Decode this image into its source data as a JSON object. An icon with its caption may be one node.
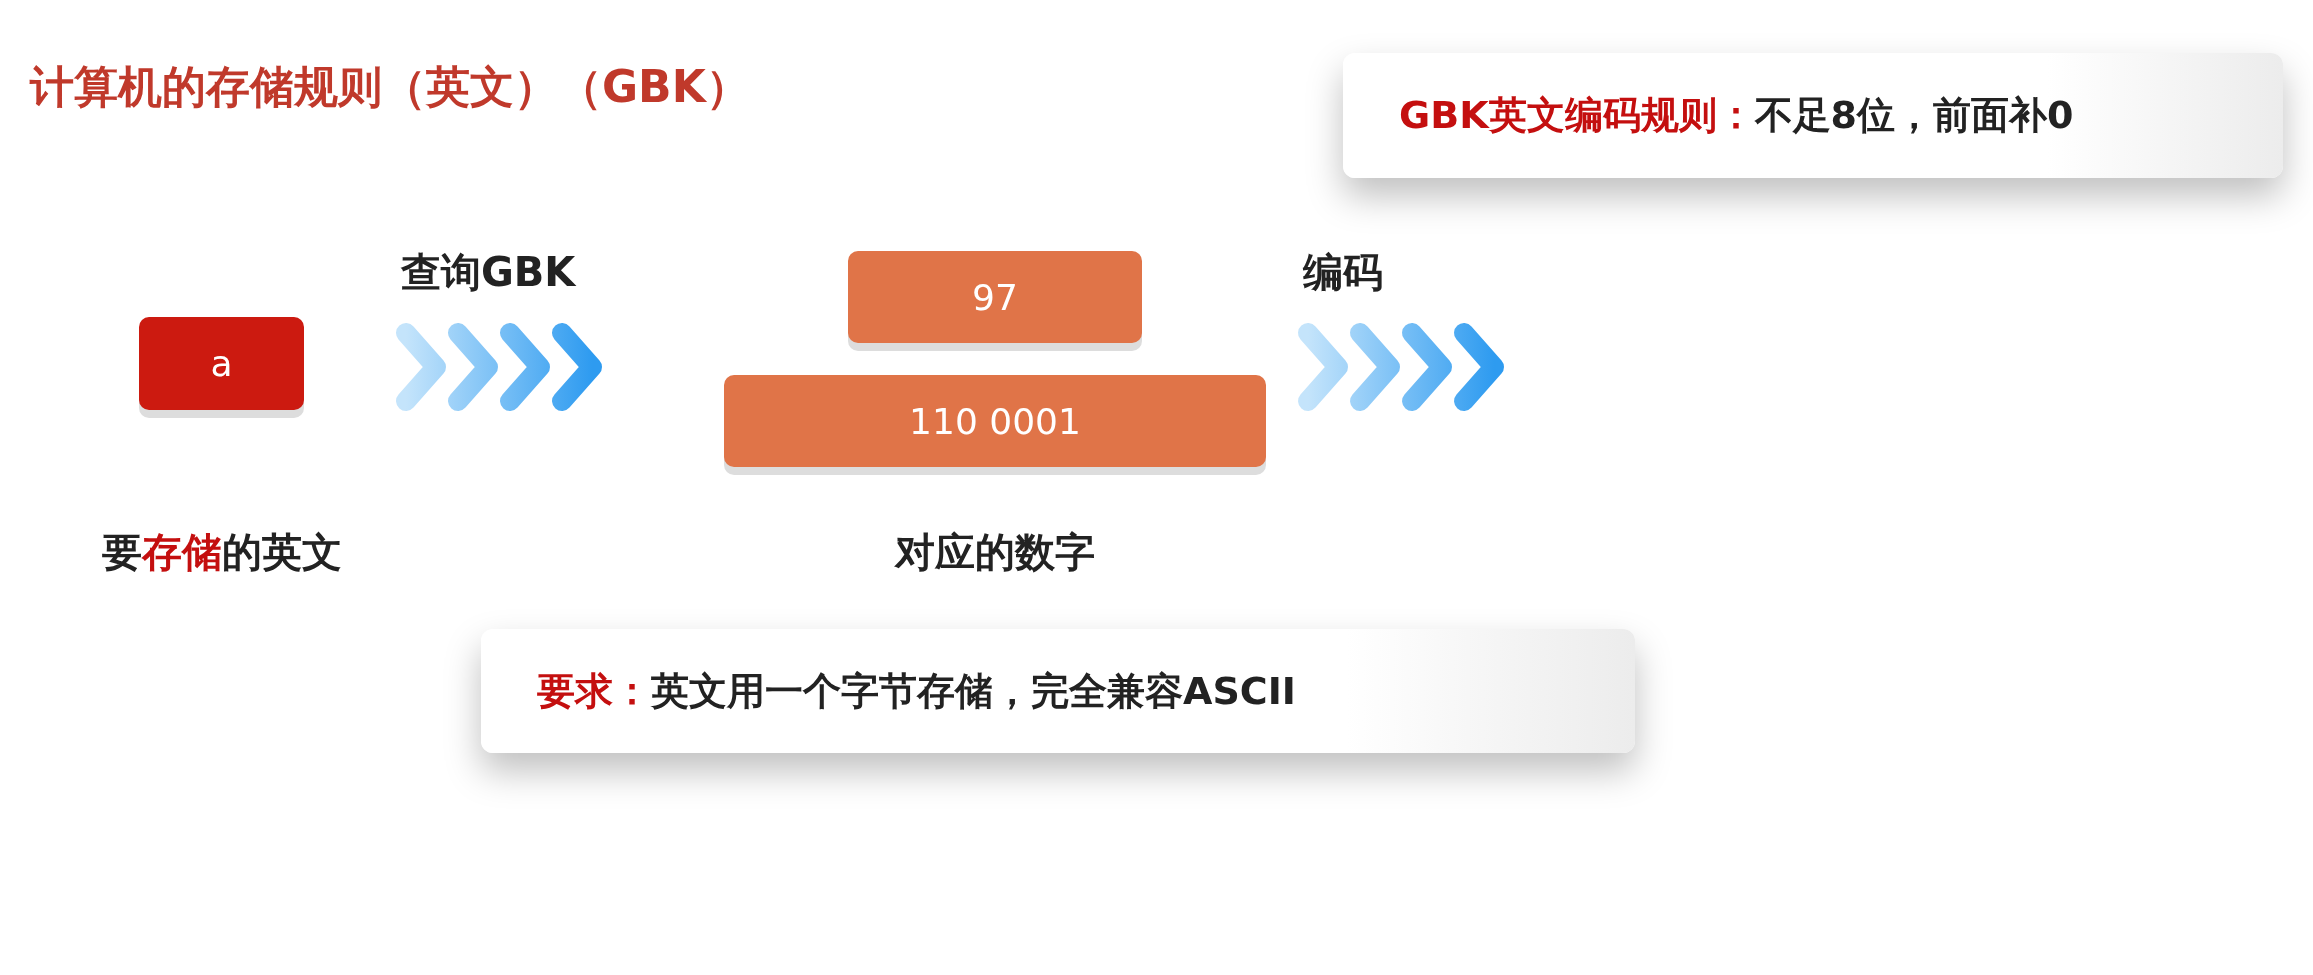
{
  "diagram": {
    "title": "计算机的存储规则（英文）（GBK）",
    "nodes": [
      {
        "text": [
          "a"
        ],
        "beside": [
          "要**存储**的英文"
        ]
      },
      {
        "text": [
          "97"
        ]
      },
      {
        "text": [
          "110 0001"
        ],
        "beside": [
          "对应的数字"
        ]
      },
      {
        "text": [
          "GBK英文编码规则：",
          "不足8位，前面补0"
        ]
      },
      {
        "text": [
          "要求：",
          "英文用一个字节存储，完全兼容ASCII"
        ]
      }
    ],
    "edges": [
      {
        "from": 0,
        "to": 2,
        "arrow": "to",
        "label": "查询GBK"
      },
      {
        "from": 2,
        "to": null,
        "arrow": "to",
        "label": "编码"
      }
    ]
  }
}
